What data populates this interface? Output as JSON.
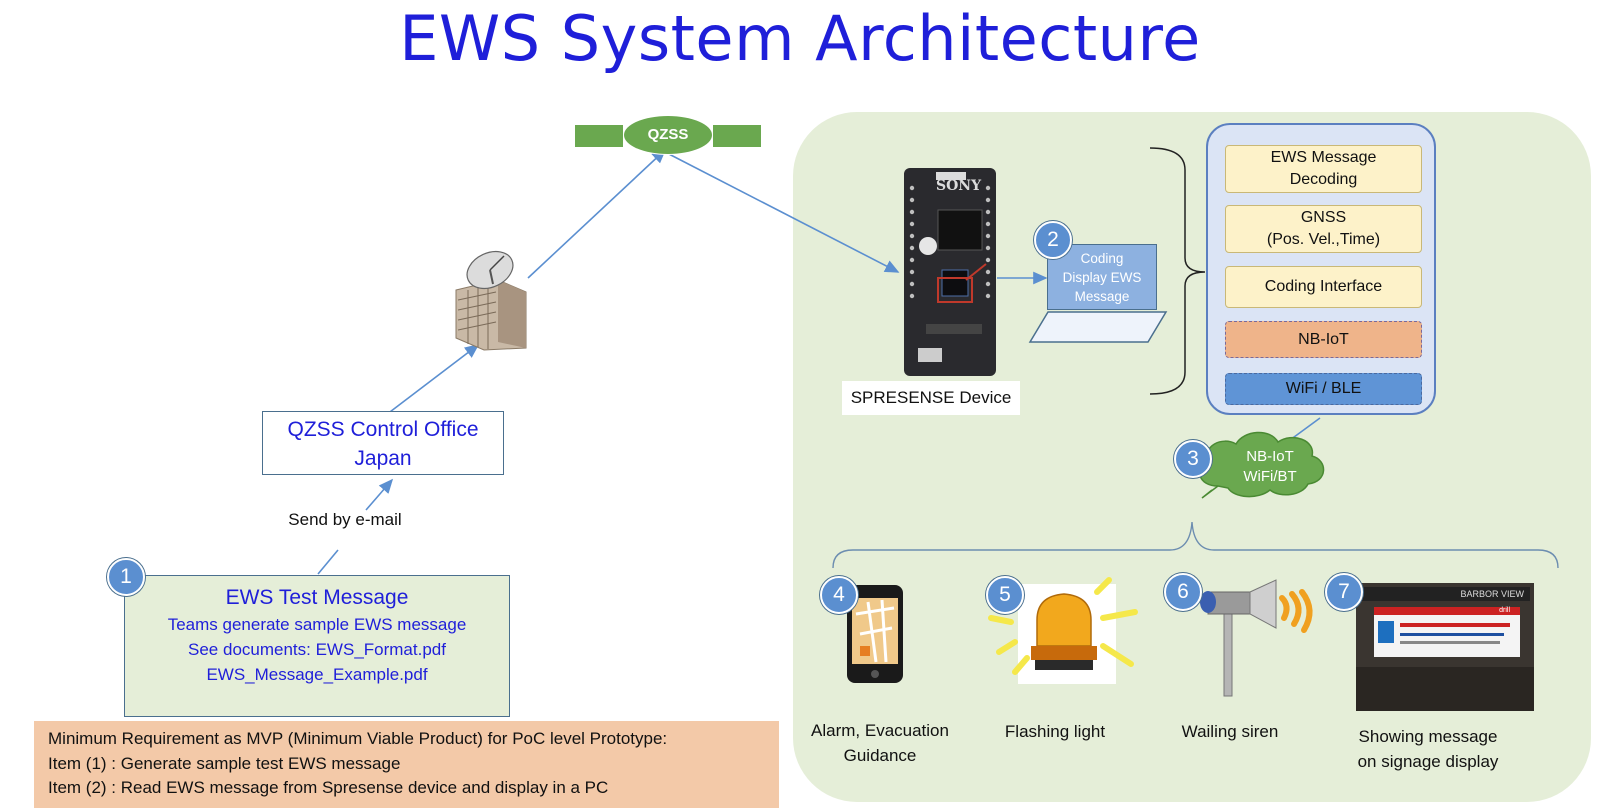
{
  "title": "EWS System Architecture",
  "satellite": {
    "label": "QZSS"
  },
  "control_office": {
    "line1": "QZSS Control Office",
    "line2": "Japan"
  },
  "send_label": "Send by e-mail",
  "test_message": {
    "heading": "EWS Test Message",
    "line1": "Teams generate sample EWS message",
    "line2": "See documents: EWS_Format.pdf",
    "line3": "EWS_Message_Example.pdf"
  },
  "requirements": {
    "line1": "Minimum Requirement as MVP (Minimum Viable Product) for PoC level Prototype:",
    "line2": "Item (1) : Generate sample test EWS message",
    "line3": "Item (2) : Read EWS message from Spresense device and display in a PC"
  },
  "device": {
    "label": "SPRESENSE Device",
    "brand": "SONY"
  },
  "pc": {
    "line1": "Coding",
    "line2": "Display EWS",
    "line3": "Message"
  },
  "stack": [
    {
      "line1": "EWS Message",
      "line2": "Decoding"
    },
    {
      "line1": "GNSS",
      "line2": "(Pos. Vel.,Time)"
    },
    {
      "line1": "Coding Interface",
      "line2": ""
    },
    {
      "line1": "NB-IoT",
      "line2": ""
    },
    {
      "line1": "WiFi / BLE",
      "line2": ""
    }
  ],
  "cloud": {
    "line1": "NB-IoT",
    "line2": "WiFi/BT"
  },
  "badges": [
    "1",
    "2",
    "3",
    "4",
    "5",
    "6",
    "7"
  ],
  "outputs": {
    "alarm": {
      "line1": "Alarm, Evacuation",
      "line2": "Guidance"
    },
    "light": {
      "line1": "Flashing light"
    },
    "siren": {
      "line1": "Wailing siren"
    },
    "signage": {
      "line1": "Showing message",
      "line2": "on signage display",
      "sign_top": "BARBOR VIEW",
      "sign_drill": "drill"
    }
  },
  "colors": {
    "title": "#1f1fd9",
    "panel": "#e5eed8",
    "badge": "#5b8fd0",
    "arrow": "#5b8fd0",
    "satellite": "#6aa84f"
  }
}
